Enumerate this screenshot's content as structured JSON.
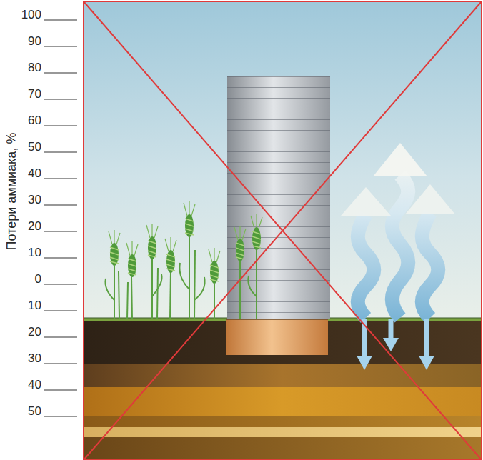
{
  "diagram": {
    "labels": [
      "100",
      "90",
      "80",
      "70",
      "60",
      "50",
      "40",
      "30",
      "20",
      "10",
      "0",
      "10",
      "20",
      "30",
      "40",
      "50",
      "Потери аммиака, %"
    ]
  }
}
